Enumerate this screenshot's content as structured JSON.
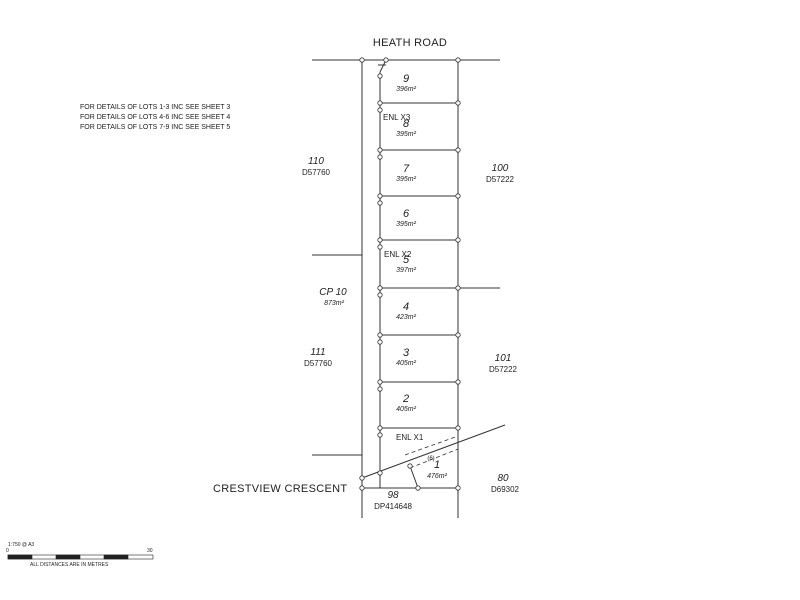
{
  "plan": {
    "road_north": "HEATH ROAD",
    "road_south": "CRESTVIEW CRESCENT",
    "notes": [
      "FOR DETAILS OF LOTS 1-3 INC SEE SHEET 3",
      "FOR DETAILS OF LOTS 4-6 INC SEE SHEET 4",
      "FOR DETAILS OF LOTS 7-9 INC SEE SHEET 5"
    ],
    "lots": [
      {
        "number": "9",
        "area": "396m²"
      },
      {
        "number": "8",
        "area": "395m²"
      },
      {
        "number": "7",
        "area": "395m²"
      },
      {
        "number": "6",
        "area": "395m²"
      },
      {
        "number": "5",
        "area": "397m²"
      },
      {
        "number": "4",
        "area": "423m²"
      },
      {
        "number": "3",
        "area": "405m²"
      },
      {
        "number": "2",
        "area": "405m²"
      },
      {
        "number": "1",
        "area": "476m²"
      }
    ],
    "enlargements": [
      "ENL X3",
      "ENL X2",
      "ENL X1"
    ],
    "easement_label": "(6)",
    "common_property": {
      "label": "CP 10",
      "area": "873m²"
    },
    "adjoining": [
      {
        "number": "110",
        "plan": "D57760"
      },
      {
        "number": "100",
        "plan": "D57222"
      },
      {
        "number": "111",
        "plan": "D57760"
      },
      {
        "number": "101",
        "plan": "D57222"
      },
      {
        "number": "80",
        "plan": "D69302"
      },
      {
        "number": "98",
        "plan": "DP414648"
      }
    ],
    "scale": {
      "ratio": "1:750 @ A3",
      "tick_start": "0",
      "tick_end": "30",
      "note": "ALL DISTANCES ARE IN METRES"
    }
  }
}
